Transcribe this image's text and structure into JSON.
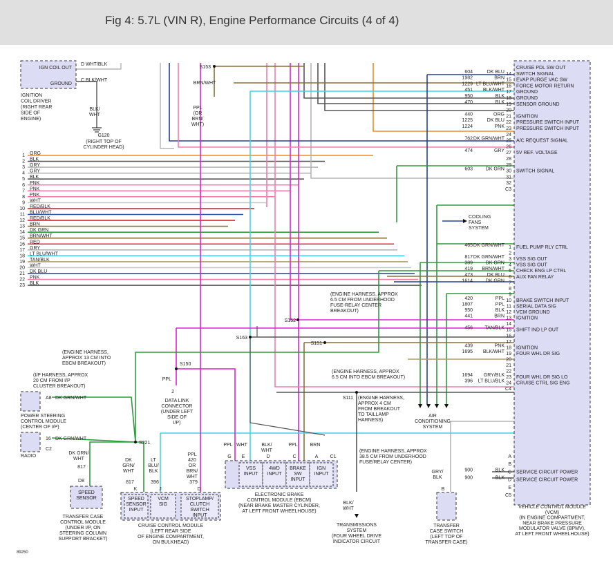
{
  "title": "Fig 4: 5.7L (VIN R), Engine Performance Circuits (4 of 4)",
  "figure_code": "89250",
  "wire_colors": {
    "ORG": "#f08a1e",
    "BLK": "#555555",
    "GRY": "#b5b5b5",
    "PNK": "#f77aa8",
    "WHT": "#c8c8c8",
    "RED_BLK": "#e8262a",
    "BLU_WHT": "#2a4fa8",
    "BRN": "#8b6d3d",
    "DK_GRN": "#2f9a3c",
    "BRN_WHT": "#8b6d3d",
    "RED": "#e8262a",
    "LT_BLU_WHT": "#3fd3e8",
    "TAN_BLK": "#b09a6a",
    "DK_BLU": "#233f95",
    "PPL": "#e81bd4",
    "GRY_BLK": "#8a8a8a"
  },
  "left_pins": [
    {
      "num": "1",
      "label": "ORG"
    },
    {
      "num": "2",
      "label": "BLK"
    },
    {
      "num": "3",
      "label": "GRY"
    },
    {
      "num": "4",
      "label": "GRY"
    },
    {
      "num": "5",
      "label": "BLK"
    },
    {
      "num": "6",
      "label": "PNK"
    },
    {
      "num": "7",
      "label": "PNK"
    },
    {
      "num": "8",
      "label": "PNK"
    },
    {
      "num": "9",
      "label": "WHT"
    },
    {
      "num": "10",
      "label": "RED/BLK"
    },
    {
      "num": "11",
      "label": "BLU/WHT"
    },
    {
      "num": "12",
      "label": "RED/BLK"
    },
    {
      "num": "13",
      "label": "BRN"
    },
    {
      "num": "14",
      "label": "DK GRN"
    },
    {
      "num": "15",
      "label": "BRN/WHT"
    },
    {
      "num": "16",
      "label": "RED"
    },
    {
      "num": "17",
      "label": "GRY"
    },
    {
      "num": "18",
      "label": "LT BLU/WHT"
    },
    {
      "num": "19",
      "label": "TAN/BLK"
    },
    {
      "num": "20",
      "label": "WHT"
    },
    {
      "num": "21",
      "label": "DK BLU"
    },
    {
      "num": "22",
      "label": "PNK"
    },
    {
      "num": "23",
      "label": "BLK"
    }
  ],
  "vcm_upper": [
    {
      "pin": "",
      "circuit": "",
      "color": "",
      "func": "CRUISE PDL SW OUT"
    },
    {
      "pin": "14",
      "circuit": "604",
      "color": "DK BLU",
      "func": "SWITCH SIGNAL"
    },
    {
      "pin": "15",
      "circuit": "1982",
      "color": "BRN",
      "func": "EVAP PURGE VAC SW"
    },
    {
      "pin": "16",
      "circuit": "1229",
      "color": "LT BLU/WHT",
      "func": "FORCE MOTOR RETURN"
    },
    {
      "pin": "17",
      "circuit": "451",
      "color": "BLK/WHT",
      "func": "GROUND"
    },
    {
      "pin": "18",
      "circuit": "950",
      "color": "BLK",
      "func": "GROUND"
    },
    {
      "pin": "19",
      "circuit": "470",
      "color": "BLK",
      "func": "SENSOR GROUND"
    },
    {
      "pin": "20",
      "circuit": "",
      "color": "",
      "func": ""
    },
    {
      "pin": "21",
      "circuit": "440",
      "color": "ORG",
      "func": "IGNITION"
    },
    {
      "pin": "22",
      "circuit": "1225",
      "color": "DK BLU",
      "func": "PRESSURE SWITCH INPUT"
    },
    {
      "pin": "23",
      "circuit": "1224",
      "color": "PNK",
      "func": "PRESSURE SWITCH INPUT"
    },
    {
      "pin": "24",
      "circuit": "",
      "color": "",
      "func": ""
    },
    {
      "pin": "25",
      "circuit": "762",
      "color": "DK GRN/WHT",
      "func": "A/C REQUEST SIGNAL"
    },
    {
      "pin": "26",
      "circuit": "",
      "color": "",
      "func": ""
    },
    {
      "pin": "27",
      "circuit": "474",
      "color": "GRY",
      "func": "5V REF. VOLTAGE"
    },
    {
      "pin": "28",
      "circuit": "",
      "color": "",
      "func": ""
    },
    {
      "pin": "29",
      "circuit": "",
      "color": "",
      "func": ""
    },
    {
      "pin": "30",
      "circuit": "603",
      "color": "DK GRN",
      "func": "SWITCH SIGNAL"
    },
    {
      "pin": "31",
      "circuit": "",
      "color": "",
      "func": ""
    },
    {
      "pin": "32",
      "circuit": "",
      "color": "",
      "func": ""
    },
    {
      "pin": "C3",
      "circuit": "",
      "color": "",
      "func": ""
    }
  ],
  "vcm_lower": [
    {
      "pin": "1",
      "circuit": "465",
      "color": "DK GRN/WHT",
      "func": "FUEL PUMP RLY CTRL"
    },
    {
      "pin": "2",
      "circuit": "",
      "color": "",
      "func": ""
    },
    {
      "pin": "3",
      "circuit": "817",
      "color": "DK GRN/WHT",
      "func": "VSS SIG OUT"
    },
    {
      "pin": "4",
      "circuit": "389",
      "color": "DK GRN",
      "func": "VSS SIG OUT"
    },
    {
      "pin": "5",
      "circuit": "419",
      "color": "BRN/WHT",
      "func": "CHECK ENG LP CTRL"
    },
    {
      "pin": "6",
      "circuit": "473",
      "color": "DK BLU",
      "func": "AUX FAN RELAY"
    },
    {
      "pin": "7",
      "circuit": "1614",
      "color": "DK GRN",
      "func": ""
    },
    {
      "pin": "8",
      "circuit": "",
      "color": "",
      "func": ""
    },
    {
      "pin": "9",
      "circuit": "",
      "color": "",
      "func": ""
    },
    {
      "pin": "10",
      "circuit": "420",
      "color": "PPL",
      "func": "BRAKE SWITCH INPUT"
    },
    {
      "pin": "11",
      "circuit": "1807",
      "color": "PPL",
      "func": "SERIAL DATA SIG"
    },
    {
      "pin": "12",
      "circuit": "950",
      "color": "BLK",
      "func": "VCM GROUND"
    },
    {
      "pin": "13",
      "circuit": "441",
      "color": "BRN",
      "func": "IGNITION"
    },
    {
      "pin": "14",
      "circuit": "",
      "color": "",
      "func": ""
    },
    {
      "pin": "15",
      "circuit": "456",
      "color": "TAN/BLK",
      "func": "SHIFT IND LP OUT"
    },
    {
      "pin": "16",
      "circuit": "",
      "color": "",
      "func": ""
    },
    {
      "pin": "17",
      "circuit": "",
      "color": "",
      "func": ""
    },
    {
      "pin": "18",
      "circuit": "439",
      "color": "PNK",
      "func": "IGNITION"
    },
    {
      "pin": "19",
      "circuit": "1695",
      "color": "BLK/WHT",
      "func": "FOUR WHL DR SIG"
    },
    {
      "pin": "20",
      "circuit": "",
      "color": "",
      "func": ""
    },
    {
      "pin": "21",
      "circuit": "",
      "color": "",
      "func": ""
    },
    {
      "pin": "22",
      "circuit": "",
      "color": "",
      "func": ""
    },
    {
      "pin": "23",
      "circuit": "1694",
      "color": "GRY/BLK",
      "func": "FOUR WHL DR SIG LO"
    },
    {
      "pin": "24",
      "circuit": "396",
      "color": "LT BLU/BLK",
      "func": "CRUISE CTRL SIG ENG"
    },
    {
      "pin": "C4",
      "circuit": "",
      "color": "",
      "func": ""
    }
  ],
  "vcm_d": [
    {
      "pin": "A",
      "circuit": "",
      "color": "",
      "func": ""
    },
    {
      "pin": "B",
      "circuit": "",
      "color": "",
      "func": ""
    },
    {
      "pin": "C",
      "circuit": "900",
      "color": "BLK",
      "func": "SERVICE CIRCUIT POWER"
    },
    {
      "pin": "D",
      "circuit": "900",
      "color": "BLK",
      "func": "SERVICE CIRCUIT POWER"
    },
    {
      "pin": "E",
      "circuit": "",
      "color": "",
      "func": ""
    },
    {
      "pin": "C5",
      "circuit": "",
      "color": "",
      "func": ""
    }
  ],
  "vcm_caption": [
    "VEHICLE CONTROL MODULE",
    "(VCM)",
    "(IN ENGINE COMPARTMENT,",
    "NEAR BRAKE PRESSURE",
    "MODULATOR VALVE (BPMV),",
    "AT LEFT FRONT WHEELHOUSE)"
  ],
  "coil": {
    "rows": [
      "IGN COIL OUT",
      "GROUND"
    ],
    "pins": [
      "D",
      "C"
    ],
    "wires": [
      "WHT/BLK",
      "BLK/WHT"
    ],
    "caption": [
      "IGNITION",
      "COIL DRIVER",
      "(RIGHT REAR",
      "SIDE OF",
      "ENGINE)"
    ],
    "ground_wire": [
      "BLK/",
      "WHT"
    ],
    "ground_name": "G120",
    "ground_caption": [
      "(RIGHT TOP OF",
      "CYLINDER HEAD)"
    ]
  },
  "s153": {
    "name": "S153",
    "wire": "BRN/WHT"
  },
  "ppl_note": [
    "PPL",
    "(OR",
    "BRN/",
    "WHT)"
  ],
  "cooling_fans": [
    "COOLING",
    "FANS",
    "SYSTEM"
  ],
  "splices": {
    "s152": "S152",
    "s163": "S163",
    "s151": "S151",
    "s150": "S150",
    "s221": "S221",
    "s111": "S111"
  },
  "notes": {
    "s152": [
      "(ENGINE HARNESS, APPROX",
      "6.5 CM FROM UNDERHOOD",
      "FUSE-RELAY CENTER",
      "BREAKOUT)"
    ],
    "s151": [
      "(ENGINE HARNESS, APPROX",
      "6.5 CM INTO EBCM BREAKOUT)"
    ],
    "s150": [
      "(ENGINE HARNESS,",
      "APPROX 13 CM INTO",
      "EBCM BREAKOUT)"
    ],
    "s221": [
      "(I/P HARNESS, APPROX",
      "20 CM FROM I/P",
      "CLUSTER BREAKOUT)"
    ],
    "s111": [
      "(ENGINE HARNESS,",
      "APPROX 4 CM",
      "FROM BREAKOUT",
      "TO TAILLAMP",
      "HARNESS)"
    ],
    "s163": [
      "(ENGINE HARNESS, APPROX",
      "38.5 CM FROM UNDERHOOD",
      "FUSE/RELAY CENTER)"
    ]
  },
  "dlc": {
    "wire": "PPL",
    "pin": "2",
    "caption": [
      "DATA LINK",
      "CONNECTOR",
      "(UNDER LEFT",
      "SIDE OF",
      "I/P)"
    ]
  },
  "psm": {
    "pin": "A8",
    "wire": "DK GRN/WHT",
    "caption": [
      "POWER STEERING",
      "CONTROL MODULE",
      "(CENTER OF I/P)"
    ]
  },
  "radio": {
    "pin": "16",
    "conn": "C2",
    "wire": "DK GRN/WHT",
    "caption": "RADIO"
  },
  "speed_sensor": {
    "wire": [
      "DK GRN/",
      "WHT"
    ],
    "circuit": "817",
    "pin": "D8",
    "label": [
      "SPEED",
      "SENSOR"
    ],
    "caption": [
      "TRANSFER CASE",
      "CONTROL MODULE",
      "(UNDER I/P, ON",
      "STEERING COLUMN",
      "SUPPORT BRACKET)"
    ]
  },
  "cruise": {
    "wires": [
      {
        "color": [
          "DK",
          "GRN/",
          "WHT"
        ],
        "circuit": "817",
        "pin": "K"
      },
      {
        "color": [
          "LT",
          "BLU/",
          "BLK"
        ],
        "circuit": "396",
        "pin": "J"
      },
      {
        "color": [
          "PPL",
          "420",
          "OR",
          "BRN/",
          "WHT"
        ],
        "circuit": "379",
        "pin": "D"
      }
    ],
    "boxes": [
      [
        "SPEED",
        "SENSOR",
        "INPUT"
      ],
      [
        "VCM",
        "SIG"
      ],
      [
        "STOPLAMP/",
        "CLUTCH",
        "SWITCH",
        "INPUT"
      ]
    ],
    "caption": [
      "CRUISE CONTROL MODULE",
      "(LEFT REAR SIDE",
      "OF ENGINE COMPARTMENT,",
      "ON BULKHEAD)"
    ]
  },
  "ebcm": {
    "wires": [
      {
        "color": [
          "PPL"
        ],
        "pin": "G"
      },
      {
        "color": [
          "WHT"
        ],
        "pin": "E"
      },
      {
        "color": [
          "BLK/",
          "WHT"
        ],
        "pin": "D"
      },
      {
        "color": [
          "PPL"
        ],
        "pin": "C"
      },
      {
        "color": [
          "BRN"
        ],
        "pin": "A"
      }
    ],
    "conn": "C1",
    "boxes": [
      [
        "VSS",
        "INPUT"
      ],
      [
        "4WD",
        "INPUT"
      ],
      [
        "BRAKE",
        "SW",
        "INPUT"
      ],
      [
        "IGN",
        "INPUT"
      ]
    ],
    "caption": [
      "ELECTRONIC BRAKE",
      "CONTROL MODULE (EBCM)",
      "(NEAR BRAKE MASTER CYLINDER,",
      "AT LEFT FRONT WHEELHOUSE)"
    ]
  },
  "trans": {
    "wire": [
      "BLK/",
      "WHT"
    ],
    "caption": [
      "TRANSMISSIONS",
      "SYSTEM",
      "(FOUR WHEEL DRIVE",
      "INDICATOR CIRCUIT"
    ]
  },
  "ac": [
    "AIR",
    "CONDITIONING",
    "SYSTEM"
  ],
  "tcs": {
    "wire": [
      "GRY/",
      "BLK"
    ],
    "pin": "B",
    "caption": [
      "TRANSFER",
      "CASE SWITCH",
      "(LEFT TOP OF",
      "TRANSFER CASE)"
    ]
  }
}
